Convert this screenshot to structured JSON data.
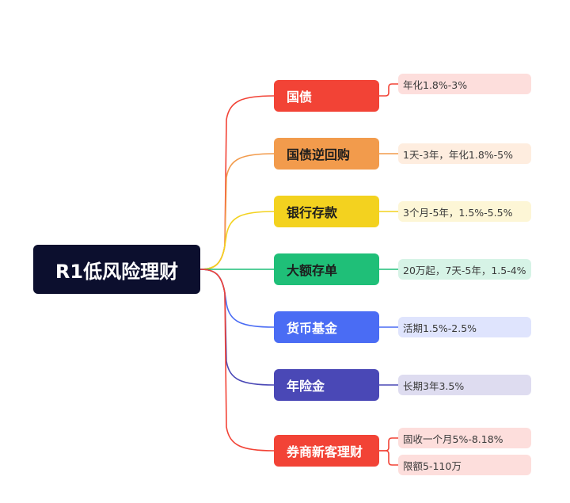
{
  "root": {
    "label": "R1低风险理财",
    "color": "#0c0f2e"
  },
  "branches": [
    {
      "label": "国债",
      "color": "#f24336",
      "light": "#fddedc",
      "text_color": "#ffffff",
      "leaves": [
        "年化1.8%-3%"
      ]
    },
    {
      "label": "国债逆回购",
      "color": "#f29b4c",
      "light": "#feeddf",
      "text_color": "#1d1d1d",
      "leaves": [
        "1天-3年，年化1.8%-5%"
      ]
    },
    {
      "label": "银行存款",
      "color": "#f3d21f",
      "light": "#fdf6d6",
      "text_color": "#1d1d1d",
      "leaves": [
        "3个月-5年，1.5%-5.5%"
      ]
    },
    {
      "label": "大额存单",
      "color": "#1fbf78",
      "light": "#d6f3e6",
      "text_color": "#1d1d1d",
      "leaves": [
        "20万起，7天-5年，1.5-4%"
      ]
    },
    {
      "label": "货币基金",
      "color": "#4a6cf4",
      "light": "#dfe4fd",
      "text_color": "#ffffff",
      "leaves": [
        "活期1.5%-2.5%"
      ]
    },
    {
      "label": "年险金",
      "color": "#4a48b6",
      "light": "#dedcf0",
      "text_color": "#ffffff",
      "leaves": [
        "长期3年3.5%"
      ]
    },
    {
      "label": "券商新客理财",
      "color": "#f24336",
      "light": "#fddedc",
      "text_color": "#ffffff",
      "leaves": [
        "固收一个月5%-8.18%",
        "限额5-110万"
      ]
    }
  ]
}
